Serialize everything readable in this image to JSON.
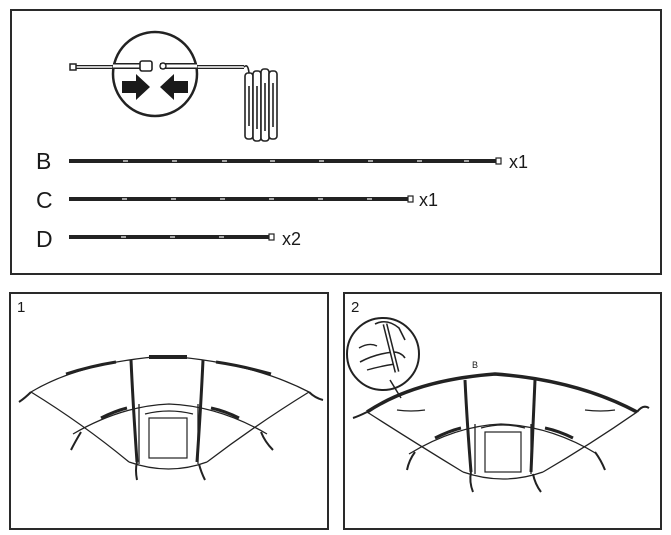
{
  "poles": [
    {
      "letter": "B",
      "quantity": "x1"
    },
    {
      "letter": "C",
      "quantity": "x1"
    },
    {
      "letter": "D",
      "quantity": "x2"
    }
  ],
  "steps": [
    {
      "number": "1"
    },
    {
      "number": "2",
      "pole_label": "B"
    }
  ],
  "icons": {
    "connect": "pole-connect-arrows-icon",
    "hand": "hand-inserting-pole-icon"
  }
}
